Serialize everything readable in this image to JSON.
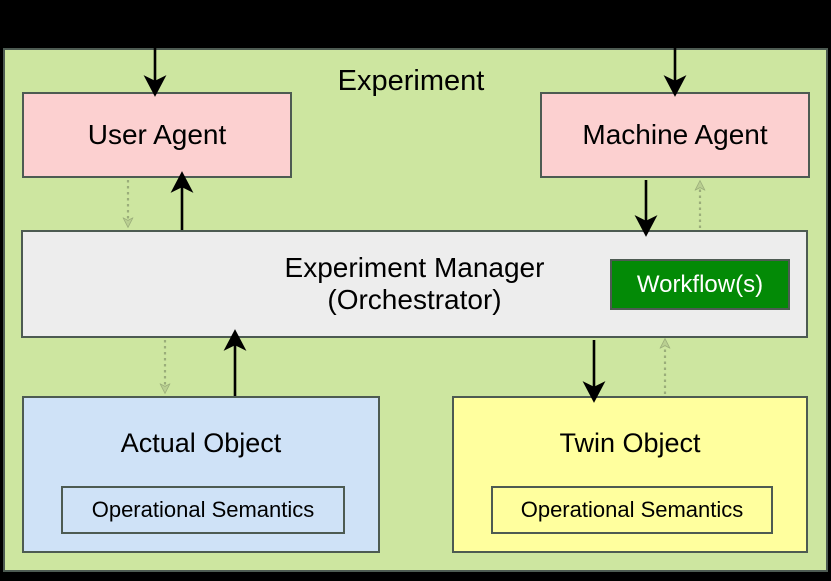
{
  "diagram": {
    "title": "Experiment",
    "panel_color": "#cde6a0",
    "border_color": "#4d5b52",
    "background": "#000000"
  },
  "nodes": {
    "user_agent": {
      "label": "User Agent",
      "color": "#fcd0d0"
    },
    "machine_agent": {
      "label": "Machine Agent",
      "color": "#fcd0d0"
    },
    "experiment_manager": {
      "label_line1": "Experiment Manager",
      "label_line2": "(Orchestrator)",
      "color": "#ededed"
    },
    "workflows": {
      "label": "Workflow(s)",
      "color": "#038a06",
      "text_color": "#ffffff"
    },
    "actual_object": {
      "label": "Actual Object",
      "color": "#cfe2f7",
      "semantics_label": "Operational Semantics"
    },
    "twin_object": {
      "label": "Twin Object",
      "color": "#ffff9e",
      "semantics_label": "Operational Semantics"
    }
  },
  "edges": [
    {
      "name": "external-to-user-agent",
      "style": "solid",
      "color": "#000000",
      "direction": "down"
    },
    {
      "name": "external-to-machine-agent",
      "style": "solid",
      "color": "#000000",
      "direction": "down"
    },
    {
      "name": "user-agent-to-manager",
      "style": "dotted",
      "color": "#9aad7a",
      "direction": "down"
    },
    {
      "name": "manager-to-user-agent",
      "style": "solid",
      "color": "#000000",
      "direction": "up"
    },
    {
      "name": "machine-agent-to-manager",
      "style": "solid",
      "color": "#000000",
      "direction": "down"
    },
    {
      "name": "manager-to-machine-agent",
      "style": "dotted",
      "color": "#9aad7a",
      "direction": "up"
    },
    {
      "name": "manager-to-actual-object",
      "style": "dotted",
      "color": "#9aad7a",
      "direction": "down"
    },
    {
      "name": "actual-object-to-manager",
      "style": "solid",
      "color": "#000000",
      "direction": "up"
    },
    {
      "name": "manager-to-twin-object",
      "style": "solid",
      "color": "#000000",
      "direction": "down"
    },
    {
      "name": "twin-object-to-manager",
      "style": "dotted",
      "color": "#9aad7a",
      "direction": "up"
    }
  ]
}
